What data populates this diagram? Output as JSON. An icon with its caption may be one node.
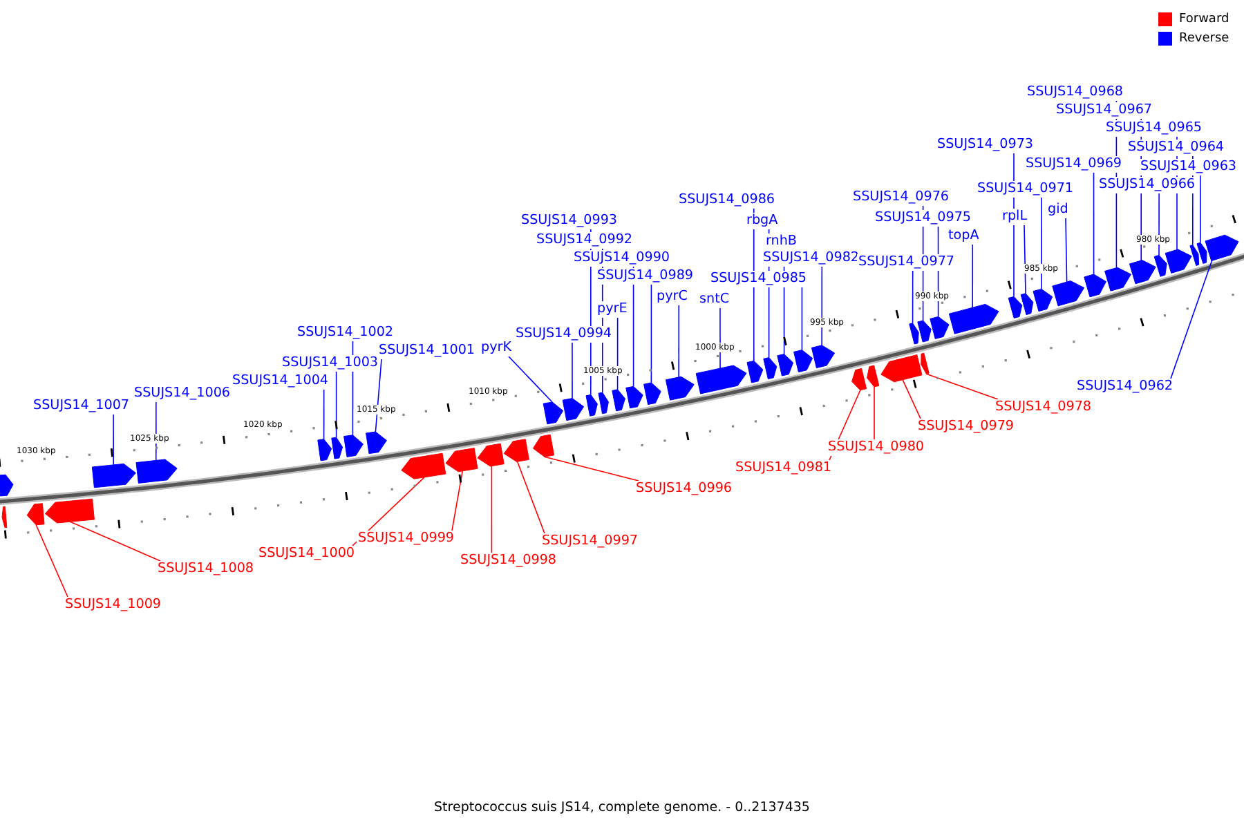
{
  "diagram": {
    "caption": "Streptococcus suis JS14, complete genome. - 0..2137435",
    "nodes": [
      {
        "text": [
          "SSUJS14_0968"
        ]
      },
      {
        "text": [
          "SSUJS14_0967"
        ]
      },
      {
        "text": [
          "SSUJS14_0965"
        ]
      },
      {
        "text": [
          "SSUJS14_0973"
        ]
      },
      {
        "text": [
          "SSUJS14_0964"
        ]
      },
      {
        "text": [
          "SSUJS14_0969"
        ]
      },
      {
        "text": [
          "SSUJS14_0963"
        ]
      },
      {
        "text": [
          "SSUJS14_0971"
        ]
      },
      {
        "text": [
          "SSUJS14_0966"
        ]
      },
      {
        "text": [
          "SSUJS14_0976"
        ]
      },
      {
        "text": [
          "SSUJS14_0986"
        ]
      },
      {
        "text": [
          "gid"
        ]
      },
      {
        "text": [
          "rplL"
        ]
      },
      {
        "text": [
          "SSUJS14_0975"
        ]
      },
      {
        "text": [
          "SSUJS14_0993"
        ]
      },
      {
        "text": [
          "rbgA"
        ]
      },
      {
        "text": [
          "topA"
        ]
      },
      {
        "text": [
          "SSUJS14_0992"
        ]
      },
      {
        "text": [
          "rnhB"
        ]
      },
      {
        "text": [
          "SSUJS14_0990"
        ]
      },
      {
        "text": [
          "SSUJS14_0982"
        ]
      },
      {
        "text": [
          "SSUJS14_0977"
        ]
      },
      {
        "text": [
          "SSUJS14_0989"
        ]
      },
      {
        "text": [
          "SSUJS14_0985"
        ]
      },
      {
        "text": [
          "pyrC"
        ]
      },
      {
        "text": [
          "sntC"
        ]
      },
      {
        "text": [
          "pyrE"
        ]
      },
      {
        "text": [
          "SSUJS14_1002"
        ]
      },
      {
        "text": [
          "SSUJS14_0994"
        ]
      },
      {
        "text": [
          "pyrK"
        ]
      },
      {
        "text": [
          "SSUJS14_1001"
        ]
      },
      {
        "text": [
          "SSUJS14_1003"
        ]
      },
      {
        "text": [
          "SSUJS14_1004"
        ]
      },
      {
        "text": [
          "SSUJS14_0962"
        ]
      },
      {
        "text": [
          "SSUJS14_1006"
        ]
      },
      {
        "text": [
          "SSUJS14_1007"
        ]
      },
      {
        "text": [
          "SSUJS14_0978"
        ]
      },
      {
        "text": [
          "SSUJS14_0979"
        ]
      },
      {
        "text": [
          "SSUJS14_0980"
        ]
      },
      {
        "text": [
          "SSUJS14_0981"
        ]
      },
      {
        "text": [
          "SSUJS14_0996"
        ]
      },
      {
        "text": [
          "SSUJS14_0999"
        ]
      },
      {
        "text": [
          "SSUJS14_0997"
        ]
      },
      {
        "text": [
          "SSUJS14_1000"
        ]
      },
      {
        "text": [
          "SSUJS14_0998"
        ]
      },
      {
        "text": [
          "SSUJS14_1008"
        ]
      },
      {
        "text": [
          "SSUJS14_1009"
        ]
      },
      {
        "text": [],
        "shape": "arrow"
      },
      {
        "text": [],
        "shape": "arrow"
      },
      {
        "text": [],
        "shape": "arrow"
      },
      {
        "text": [],
        "shape": "arrow"
      },
      {
        "text": [],
        "shape": "arrow"
      },
      {
        "text": [],
        "shape": "arrow"
      },
      {
        "text": [],
        "shape": "arrow"
      },
      {
        "text": [],
        "shape": "arrow"
      },
      {
        "text": [],
        "shape": "arrow"
      },
      {
        "text": [],
        "shape": "arrow"
      },
      {
        "text": [],
        "shape": "arrow"
      },
      {
        "text": [],
        "shape": "arrow"
      },
      {
        "text": [],
        "shape": "arrow"
      },
      {
        "text": [],
        "shape": "arrow"
      },
      {
        "text": [],
        "shape": "arrow"
      },
      {
        "text": [],
        "shape": "arrow"
      },
      {
        "text": [],
        "shape": "arrow"
      },
      {
        "text": [],
        "shape": "arrow"
      },
      {
        "text": [],
        "shape": "arrow"
      },
      {
        "text": [],
        "shape": "arrow"
      },
      {
        "text": [],
        "shape": "arrow"
      },
      {
        "text": [],
        "shape": "arrow"
      },
      {
        "text": [],
        "shape": "arrow"
      },
      {
        "text": [],
        "shape": "arrow"
      },
      {
        "text": [],
        "shape": "arrow"
      },
      {
        "text": [],
        "shape": "arrow"
      },
      {
        "text": [],
        "shape": "arrow"
      },
      {
        "text": [],
        "shape": "arrow"
      },
      {
        "text": [],
        "shape": "arrow"
      },
      {
        "text": [],
        "shape": "arrow"
      },
      {
        "text": [],
        "shape": "arrow"
      },
      {
        "text": [],
        "shape": "arrow"
      },
      {
        "text": [],
        "shape": "arrow"
      },
      {
        "text": [],
        "shape": "arrow"
      },
      {
        "text": [],
        "shape": "arrow"
      },
      {
        "text": [],
        "shape": "arrow"
      },
      {
        "text": [],
        "shape": "arrow"
      },
      {
        "text": [],
        "shape": "arrow"
      },
      {
        "text": [],
        "shape": "arrow"
      },
      {
        "text": [],
        "shape": "arrow"
      },
      {
        "text": [],
        "shape": "arrow"
      },
      {
        "text": [],
        "shape": "arrow"
      },
      {
        "text": [],
        "shape": "arrow"
      },
      {
        "text": [],
        "shape": "arrow"
      },
      {
        "text": [],
        "shape": "arrow"
      },
      {
        "text": [],
        "shape": "arrow"
      },
      {
        "text": [],
        "shape": "arrow"
      },
      {
        "text": [],
        "shape": "arrow"
      },
      {
        "text": [],
        "shape": "arrow"
      }
    ],
    "edges": [
      {
        "from": 0,
        "to": 89,
        "arrow": "none"
      },
      {
        "from": 1,
        "to": 90,
        "arrow": "none"
      },
      {
        "from": 2,
        "to": 92,
        "arrow": "none"
      },
      {
        "from": 3,
        "to": 84,
        "arrow": "none"
      },
      {
        "from": 4,
        "to": 93,
        "arrow": "none"
      },
      {
        "from": 5,
        "to": 88,
        "arrow": "none"
      },
      {
        "from": 6,
        "to": 94,
        "arrow": "none"
      },
      {
        "from": 7,
        "to": 86,
        "arrow": "none"
      },
      {
        "from": 8,
        "to": 91,
        "arrow": "none"
      },
      {
        "from": 9,
        "to": 81,
        "arrow": "none"
      },
      {
        "from": 10,
        "to": 71,
        "arrow": "none"
      },
      {
        "from": 11,
        "to": 87,
        "arrow": "none"
      },
      {
        "from": 12,
        "to": 85,
        "arrow": "none"
      },
      {
        "from": 13,
        "to": 82,
        "arrow": "none"
      },
      {
        "from": 14,
        "to": 64,
        "arrow": "none"
      },
      {
        "from": 15,
        "to": 72,
        "arrow": "none"
      },
      {
        "from": 16,
        "to": 83,
        "arrow": "none"
      },
      {
        "from": 17,
        "to": 65,
        "arrow": "none"
      },
      {
        "from": 18,
        "to": 73,
        "arrow": "none"
      },
      {
        "from": 19,
        "to": 67,
        "arrow": "none"
      },
      {
        "from": 20,
        "to": 75,
        "arrow": "none"
      },
      {
        "from": 21,
        "to": 80,
        "arrow": "none"
      },
      {
        "from": 22,
        "to": 68,
        "arrow": "none"
      },
      {
        "from": 23,
        "to": 74,
        "arrow": "none"
      },
      {
        "from": 24,
        "to": 69,
        "arrow": "none"
      },
      {
        "from": 25,
        "to": 70,
        "arrow": "none"
      },
      {
        "from": 26,
        "to": 66,
        "arrow": "none"
      },
      {
        "from": 27,
        "to": 55,
        "arrow": "none"
      },
      {
        "from": 28,
        "to": 63,
        "arrow": "none"
      },
      {
        "from": 29,
        "to": 62,
        "arrow": "none"
      },
      {
        "from": 30,
        "to": 56,
        "arrow": "none"
      },
      {
        "from": 31,
        "to": 54,
        "arrow": "none"
      },
      {
        "from": 32,
        "to": 53,
        "arrow": "none"
      },
      {
        "from": 33,
        "to": 95,
        "arrow": "none"
      },
      {
        "from": 34,
        "to": 52,
        "arrow": "none"
      },
      {
        "from": 35,
        "to": 51,
        "arrow": "none"
      },
      {
        "from": 36,
        "to": 79,
        "arrow": "none",
        "color": "#ff0000"
      },
      {
        "from": 37,
        "to": 78,
        "arrow": "none",
        "color": "#ff0000"
      },
      {
        "from": 38,
        "to": 77,
        "arrow": "none",
        "color": "#ff0000"
      },
      {
        "from": 39,
        "to": 76,
        "arrow": "none",
        "color": "#ff0000"
      },
      {
        "from": 40,
        "to": 61,
        "arrow": "none",
        "color": "#ff0000"
      },
      {
        "from": 41,
        "to": 58,
        "arrow": "none",
        "color": "#ff0000"
      },
      {
        "from": 42,
        "to": 60,
        "arrow": "none",
        "color": "#ff0000"
      },
      {
        "from": 43,
        "to": 57,
        "arrow": "none",
        "color": "#ff0000"
      },
      {
        "from": 44,
        "to": 59,
        "arrow": "none",
        "color": "#ff0000"
      },
      {
        "from": 45,
        "to": 50,
        "arrow": "none",
        "color": "#ff0000"
      },
      {
        "from": 46,
        "to": 49,
        "arrow": "none",
        "color": "#ff0000"
      }
    ],
    "labels": [
      "1030 kbp",
      "1025 kbp",
      "1020 kbp",
      "1015 kbp",
      "1010 kbp",
      "1005 kbp",
      "1000 kbp",
      "995 kbp",
      "990 kbp",
      "985 kbp",
      "980 kbp"
    ],
    "legend": [
      {
        "text": "Forward",
        "color": "#ff0000"
      },
      {
        "text": "Reverse",
        "color": "#0000ff"
      }
    ]
  }
}
